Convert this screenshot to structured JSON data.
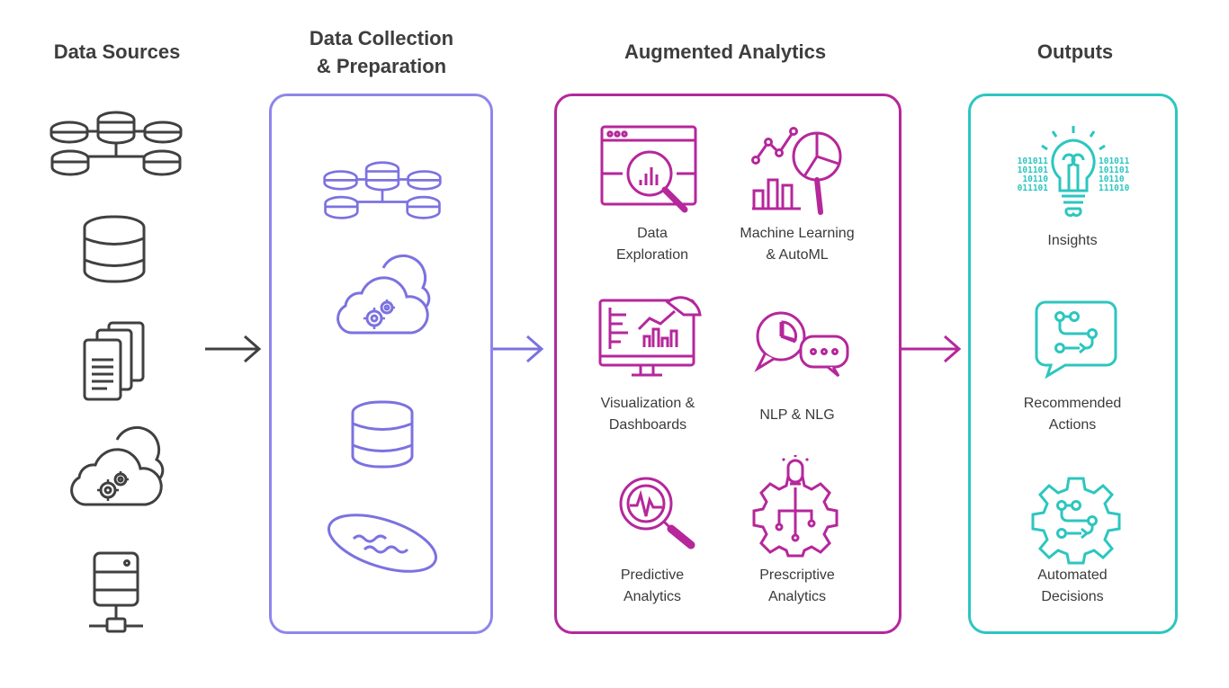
{
  "colors": {
    "gray": "#404040",
    "purple_light": "#7b72e0",
    "magenta": "#b5279b",
    "teal": "#2cc6c0"
  },
  "columns": {
    "sources": {
      "title": "Data Sources",
      "icons": [
        "database-network-icon",
        "database-icon",
        "documents-icon",
        "cloud-gears-icon",
        "server-network-icon"
      ]
    },
    "collection": {
      "title_line1": "Data Collection",
      "title_line2": "& Preparation",
      "icons": [
        "database-network-icon",
        "cloud-gears-icon",
        "database-icon",
        "data-lake-icon"
      ]
    },
    "analytics": {
      "title": "Augmented Analytics",
      "items": [
        {
          "icon": "data-exploration-icon",
          "line1": "Data",
          "line2": "Exploration"
        },
        {
          "icon": "machine-learning-icon",
          "line1": "Machine Learning",
          "line2": "& AutoML"
        },
        {
          "icon": "dashboard-icon",
          "line1": "Visualization &",
          "line2": "Dashboards"
        },
        {
          "icon": "chat-bubbles-icon",
          "line1": "NLP & NLG",
          "line2": ""
        },
        {
          "icon": "predictive-magnifier-icon",
          "line1": "Predictive",
          "line2": "Analytics"
        },
        {
          "icon": "prescriptive-gear-icon",
          "line1": "Prescriptive",
          "line2": "Analytics"
        }
      ]
    },
    "outputs": {
      "title": "Outputs",
      "items": [
        {
          "icon": "lightbulb-binary-icon",
          "line1": "Insights",
          "line2": "",
          "binary_left": [
            "101011",
            "101101",
            "10110",
            "011101"
          ],
          "binary_right": [
            "101011",
            "101101",
            "10110",
            "111010"
          ]
        },
        {
          "icon": "recommendation-chat-icon",
          "line1": "Recommended",
          "line2": "Actions"
        },
        {
          "icon": "automation-gear-icon",
          "line1": "Automated",
          "line2": "Decisions"
        }
      ]
    }
  }
}
